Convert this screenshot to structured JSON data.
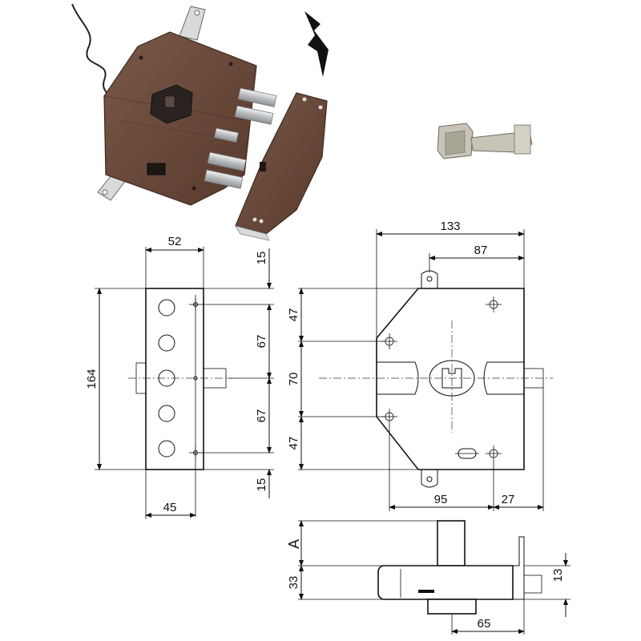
{
  "dimensions": {
    "front_width_top": "52",
    "front_height": "164",
    "front_offset_top": "15",
    "front_spacing_upper": "67",
    "front_spacing_lower": "67",
    "front_offset_bottom": "15",
    "front_width_bottom": "45",
    "side_total_width": "133",
    "side_partial_width": "87",
    "side_upper": "47",
    "side_middle": "70",
    "side_lower": "47",
    "side_backset": "95",
    "side_bolt": "27",
    "bottom_label": "A",
    "bottom_depth": "33",
    "bottom_flange": "13",
    "bottom_width": "65"
  },
  "colors": {
    "lock_body": "#6b4a3a",
    "lock_body_dark": "#4e3427",
    "bolt_steel": "#c9cbcd",
    "key_metal": "#c8c4b8",
    "lightning": "#111111",
    "line": "#111111"
  },
  "icons": [
    "lightning-icon",
    "key-icon"
  ]
}
